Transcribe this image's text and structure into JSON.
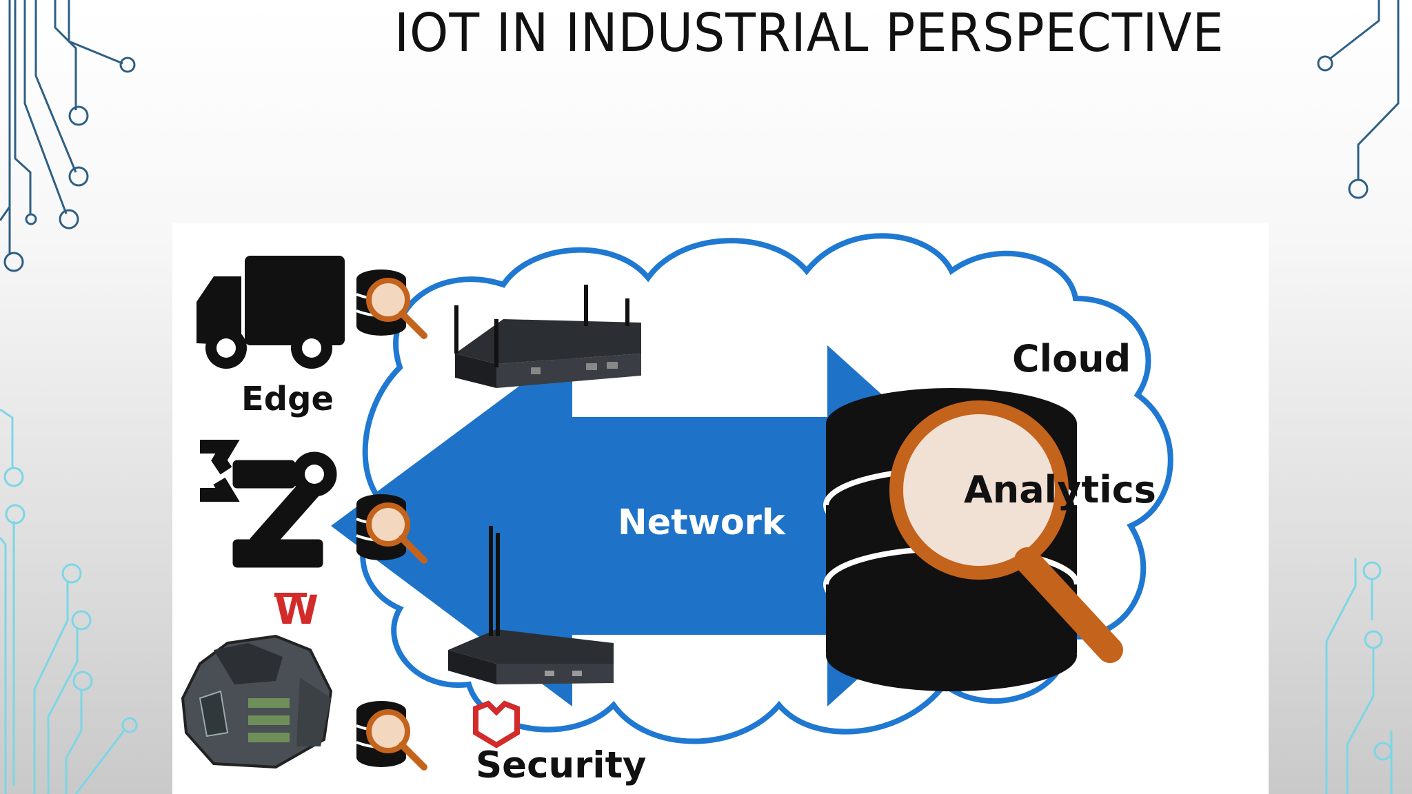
{
  "slide": {
    "title": "IOT IN INDUSTRIAL PERSPECTIVE"
  },
  "diagram": {
    "labels": {
      "edge": "Edge",
      "cloud": "Cloud",
      "analytics": "Analytics",
      "network": "Network",
      "security": "Security",
      "brand_mark": "W"
    },
    "icons": [
      "truck-icon",
      "robot-arm-icon",
      "engine-machine-icon",
      "database-search-icon",
      "edge-gateway-router-icon",
      "shield-icon",
      "cloud-shape",
      "double-arrow-icon",
      "magnifier-icon"
    ],
    "colors": {
      "accent_blue": "#1e73c8",
      "cloud_outline": "#1f78d1",
      "magnifier_orange": "#c4631c",
      "magnifier_lens": "#f1e0d4",
      "brand_red": "#d32a2a",
      "circuit_dark": "#2e5f84",
      "circuit_light": "#7cd6e6"
    }
  }
}
